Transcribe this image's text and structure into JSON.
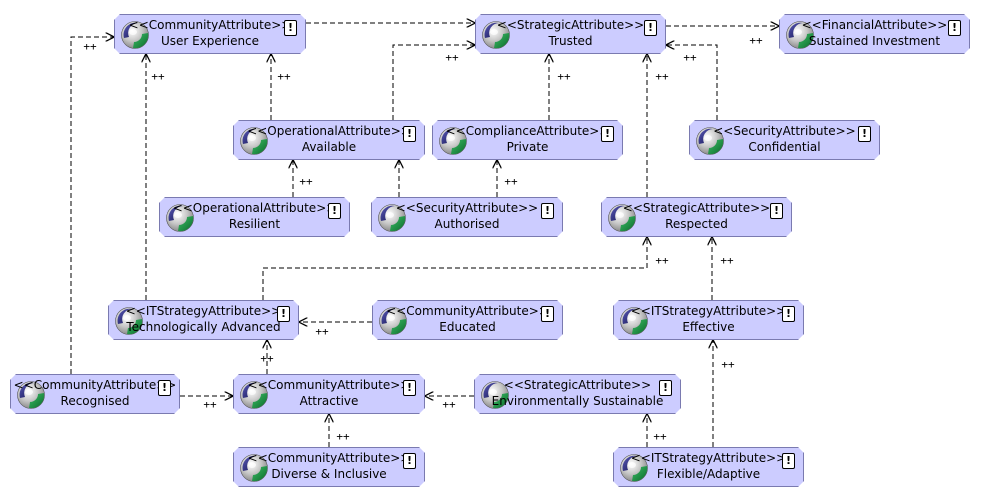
{
  "diagram": {
    "bang_glyph": "!",
    "nodes": [
      {
        "id": "user-experience",
        "stereotype": "<<CommunityAttribute>>",
        "name": "User Experience"
      },
      {
        "id": "trusted",
        "stereotype": "<<StrategicAttribute>>",
        "name": "Trusted"
      },
      {
        "id": "sustained-investment",
        "stereotype": "<<FinancialAttribute>>",
        "name": "Sustained Investment"
      },
      {
        "id": "available",
        "stereotype": "<<OperationalAttribute>>",
        "name": "Available"
      },
      {
        "id": "private",
        "stereotype": "<<ComplianceAttribute>>",
        "name": "Private"
      },
      {
        "id": "confidential",
        "stereotype": "<<SecurityAttribute>>",
        "name": "Confidential"
      },
      {
        "id": "resilient",
        "stereotype": "<<OperationalAttribute>>",
        "name": "Resilient"
      },
      {
        "id": "authorised",
        "stereotype": "<<SecurityAttribute>>",
        "name": "Authorised"
      },
      {
        "id": "respected",
        "stereotype": "<<StrategicAttribute>>",
        "name": "Respected"
      },
      {
        "id": "technologically-advanced",
        "stereotype": "<<ITStrategyAttribute>>",
        "name": "Technologically Advanced"
      },
      {
        "id": "educated",
        "stereotype": "<<CommunityAttribute>>",
        "name": "Educated"
      },
      {
        "id": "effective",
        "stereotype": "<<ITStrategyAttribute>>",
        "name": "Effective"
      },
      {
        "id": "recognised",
        "stereotype": "<<CommunityAttribute>>",
        "name": "Recognised"
      },
      {
        "id": "attractive",
        "stereotype": "<<CommunityAttribute>>",
        "name": "Attractive"
      },
      {
        "id": "environmentally-sustainable",
        "stereotype": "<<StrategicAttribute>>",
        "name": "Environmentally Sustainable"
      },
      {
        "id": "diverse-inclusive",
        "stereotype": "<<CommunityAttribute>>",
        "name": "Diverse & Inclusive"
      },
      {
        "id": "flexible-adaptive",
        "stereotype": "<<ITStrategyAttribute>>",
        "name": "Flexible/Adaptive"
      }
    ],
    "edges": [
      {
        "from": "user-experience",
        "to": "trusted",
        "label": ""
      },
      {
        "from": "trusted",
        "to": "sustained-investment",
        "label": "++"
      },
      {
        "from": "recognised",
        "to": "user-experience",
        "label": "++"
      },
      {
        "from": "technologically-advanced",
        "to": "user-experience",
        "label": "++"
      },
      {
        "from": "available",
        "to": "user-experience",
        "label": "++"
      },
      {
        "from": "available",
        "to": "trusted",
        "label": "++"
      },
      {
        "from": "private",
        "to": "trusted",
        "label": "++"
      },
      {
        "from": "respected",
        "to": "trusted",
        "label": "++"
      },
      {
        "from": "confidential",
        "to": "trusted",
        "label": "++"
      },
      {
        "from": "resilient",
        "to": "available",
        "label": "++"
      },
      {
        "from": "authorised",
        "to": "available",
        "label": ""
      },
      {
        "from": "authorised",
        "to": "private",
        "label": "++"
      },
      {
        "from": "technologically-advanced",
        "to": "respected",
        "label": "++"
      },
      {
        "from": "effective",
        "to": "respected",
        "label": "++"
      },
      {
        "from": "educated",
        "to": "technologically-advanced",
        "label": "++"
      },
      {
        "from": "attractive",
        "to": "technologically-advanced",
        "label": "++"
      },
      {
        "from": "recognised",
        "to": "attractive",
        "label": "++"
      },
      {
        "from": "environmentally-sustainable",
        "to": "attractive",
        "label": "++"
      },
      {
        "from": "diverse-inclusive",
        "to": "attractive",
        "label": "++"
      },
      {
        "from": "flexible-adaptive",
        "to": "environmentally-sustainable",
        "label": "++"
      },
      {
        "from": "flexible-adaptive",
        "to": "effective",
        "label": "++"
      }
    ]
  }
}
